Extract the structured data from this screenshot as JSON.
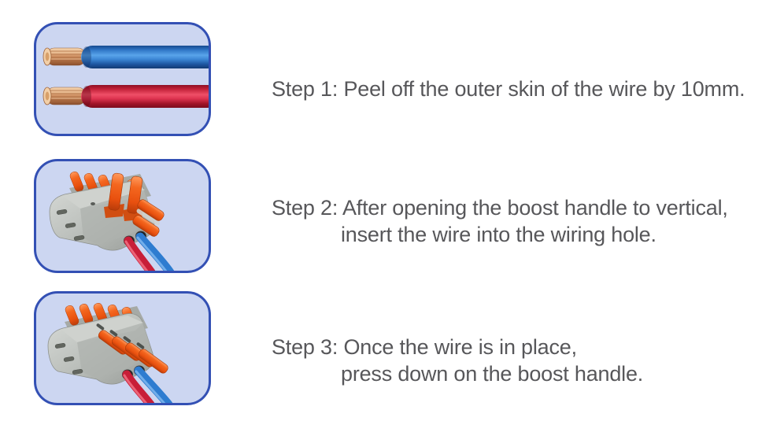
{
  "colors": {
    "page_background": "#ffffff",
    "panel_background": "#ccd6f1",
    "panel_border": "#3350b4",
    "text": "#57575a",
    "wire_blue": "#2e7cd0",
    "wire_red": "#c81e38",
    "copper": "#d99e6b",
    "lever_orange": "#f25a1e",
    "connector_gray": "#b9bdb9"
  },
  "steps": [
    {
      "illustration": "stripped-wires-illustration",
      "text": "Step 1: Peel off the outer skin of the wire by 10mm."
    },
    {
      "illustration": "connector-levers-open-illustration",
      "text": "Step 2: After opening the boost handle to vertical,\ninsert the wire into the wiring hole."
    },
    {
      "illustration": "connector-levers-closed-illustration",
      "text": "Step 3: Once the wire is in place,\npress down on the boost handle."
    }
  ]
}
